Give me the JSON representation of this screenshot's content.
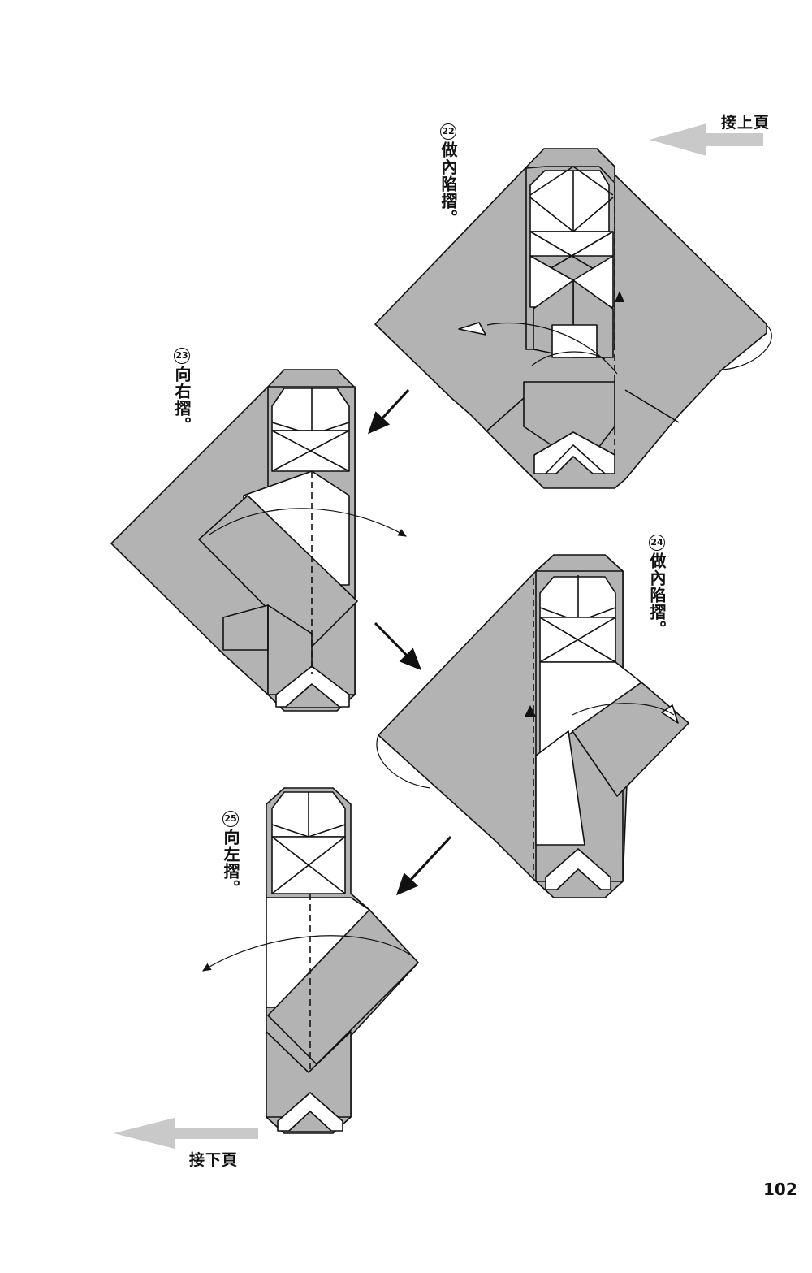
{
  "nav": {
    "continued_from": "接上頁",
    "continued_to": "接下頁"
  },
  "steps": [
    {
      "number": "22",
      "instruction": "做內陷摺。"
    },
    {
      "number": "23",
      "instruction": "向右摺。"
    },
    {
      "number": "24",
      "instruction": "做內陷摺。"
    },
    {
      "number": "25",
      "instruction": "向左摺。"
    }
  ],
  "page_number": "102",
  "colors": {
    "paper": "#b3b3b3",
    "paper_light": "#ffffff",
    "line": "#111111",
    "nav_arrow": "#c9c9c9"
  }
}
